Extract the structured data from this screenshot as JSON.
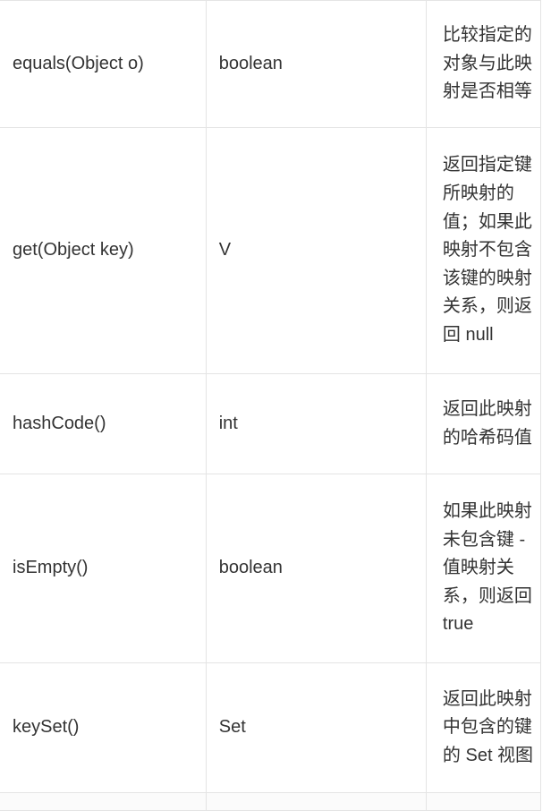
{
  "rows": [
    {
      "method": "equals(Object o)",
      "type": "boolean",
      "desc": "比较指定的对象与此映射是否相等"
    },
    {
      "method": "get(Object key)",
      "type": "V",
      "desc": "返回指定键所映射的值；如果此映射不包含该键的映射关系，则返回 null"
    },
    {
      "method": "hashCode()",
      "type": "int",
      "desc": "返回此映射的哈希码值"
    },
    {
      "method": "isEmpty()",
      "type": "boolean",
      "desc": "如果此映射未包含键 - 值映射关系，则返回 true"
    },
    {
      "method": "keySet()",
      "type": "Set",
      "desc": "返回此映射中包含的键的 Set 视图"
    }
  ]
}
